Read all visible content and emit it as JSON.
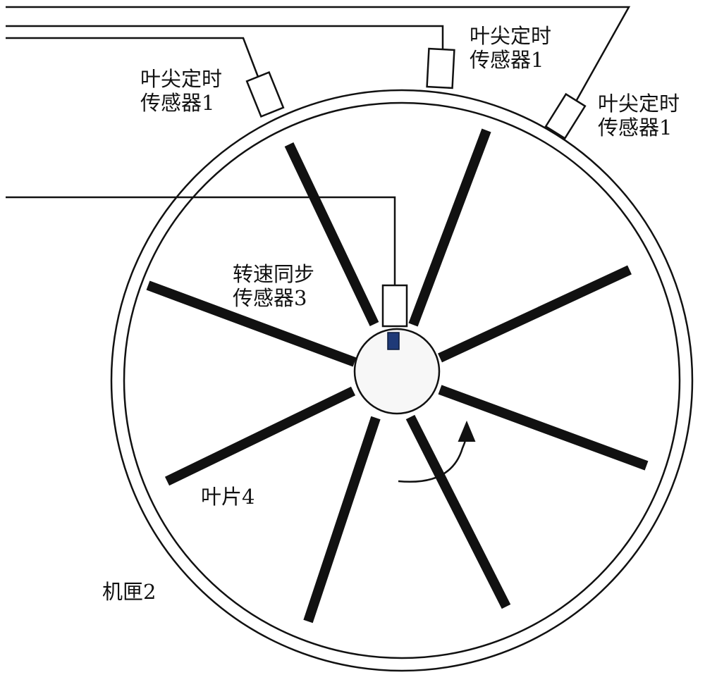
{
  "labels": {
    "tip_sensor_left": [
      "叶尖定时",
      "传感器1"
    ],
    "tip_sensor_top": [
      "叶尖定时",
      "传感器1"
    ],
    "tip_sensor_right": [
      "叶尖定时",
      "传感器1"
    ],
    "speed_sensor": [
      "转速同步",
      "传感器3"
    ],
    "blade": "叶片4",
    "casing": "机匣2"
  },
  "diagram": {
    "blade_count": 8,
    "rotation_direction": "counterclockwise",
    "colors": {
      "line": "#111111",
      "blade": "#111111",
      "hub_fill": "#f7f7f7",
      "speed_marker": "#1f3a78",
      "background": "#ffffff"
    }
  }
}
